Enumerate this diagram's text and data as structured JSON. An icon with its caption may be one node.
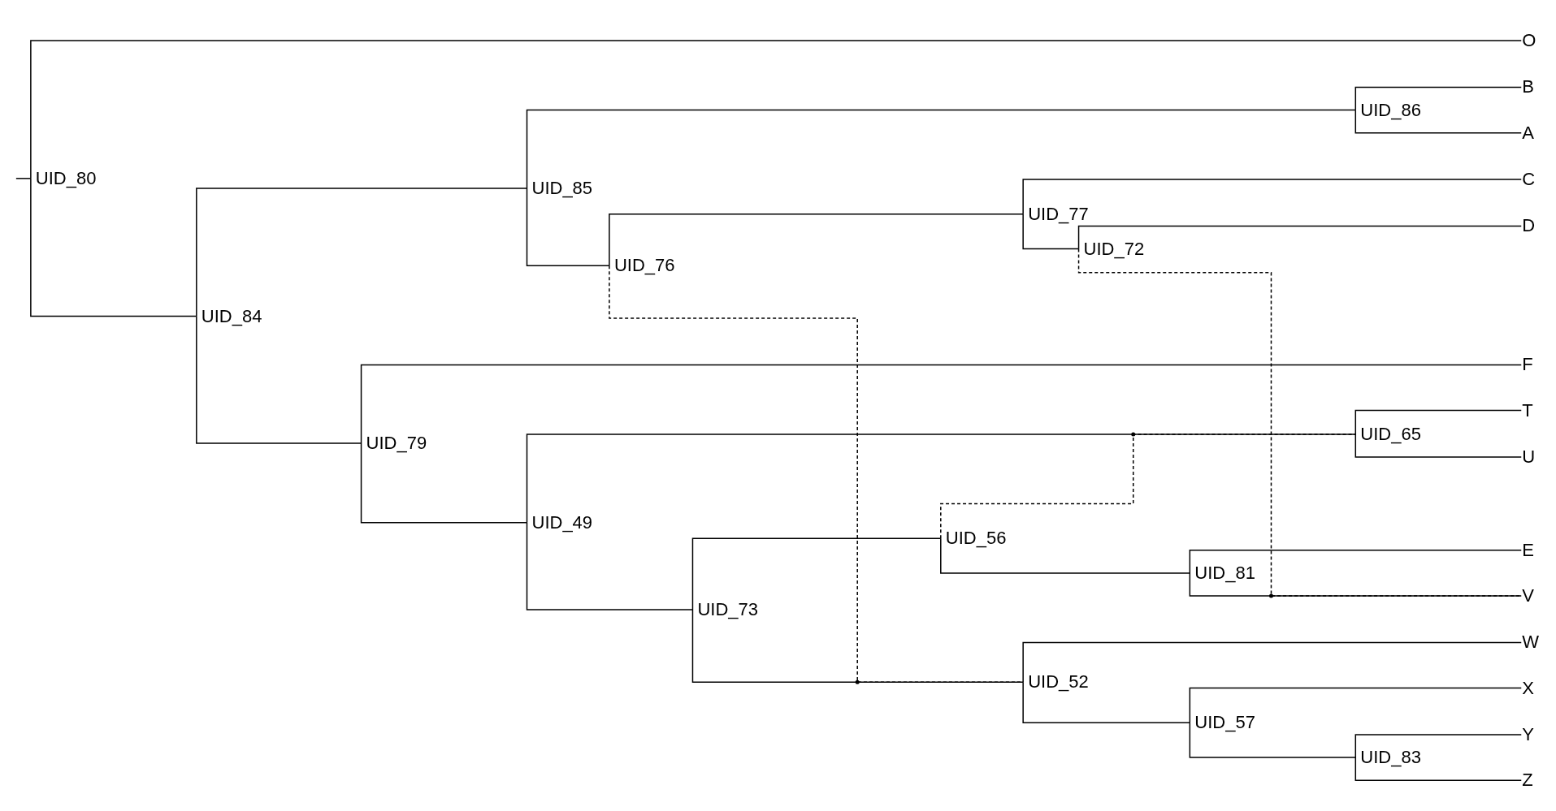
{
  "diagram": {
    "nodes": [
      {
        "text": [
          "UID_80"
        ]
      },
      {
        "text": [
          "O"
        ]
      },
      {
        "text": [
          "UID_84"
        ]
      },
      {
        "text": [
          "UID_85"
        ]
      },
      {
        "text": [
          "UID_86"
        ]
      },
      {
        "text": [
          "B"
        ]
      },
      {
        "text": [
          "A"
        ]
      },
      {
        "text": [
          "UID_76"
        ]
      },
      {
        "text": [
          "UID_77"
        ]
      },
      {
        "text": [
          "C"
        ]
      },
      {
        "text": [
          "UID_72"
        ]
      },
      {
        "text": [
          "D"
        ]
      },
      {
        "text": [
          "UID_79"
        ]
      },
      {
        "text": [
          "F"
        ]
      },
      {
        "text": [
          "UID_49"
        ]
      },
      {
        "text": [
          "UID_65"
        ]
      },
      {
        "text": [
          "T"
        ]
      },
      {
        "text": [
          "U"
        ]
      },
      {
        "text": [
          "UID_73"
        ]
      },
      {
        "text": [
          "UID_56"
        ]
      },
      {
        "text": [
          "UID_81"
        ]
      },
      {
        "text": [
          "E"
        ]
      },
      {
        "text": [
          "V"
        ]
      },
      {
        "text": [
          "UID_52"
        ]
      },
      {
        "text": [
          "W"
        ]
      },
      {
        "text": [
          "UID_57"
        ]
      },
      {
        "text": [
          "X"
        ]
      },
      {
        "text": [
          "UID_83"
        ]
      },
      {
        "text": [
          "Y"
        ]
      },
      {
        "text": [
          "Z"
        ]
      }
    ],
    "edges": [
      {
        "from": null,
        "to": 0,
        "arrow": "none"
      },
      {
        "from": 0,
        "to": 1,
        "arrow": "none"
      },
      {
        "from": 0,
        "to": 2,
        "arrow": "none"
      },
      {
        "from": 2,
        "to": 3,
        "arrow": "none"
      },
      {
        "from": 2,
        "to": 12,
        "arrow": "none"
      },
      {
        "from": 3,
        "to": 4,
        "arrow": "none"
      },
      {
        "from": 3,
        "to": 7,
        "arrow": "none"
      },
      {
        "from": 4,
        "to": 5,
        "arrow": "none"
      },
      {
        "from": 4,
        "to": 6,
        "arrow": "none"
      },
      {
        "from": 7,
        "to": 8,
        "arrow": "none"
      },
      {
        "from": 8,
        "to": 9,
        "arrow": "none"
      },
      {
        "from": 8,
        "to": 10,
        "arrow": "none"
      },
      {
        "from": 10,
        "to": 11,
        "arrow": "none"
      },
      {
        "from": 12,
        "to": 13,
        "arrow": "none"
      },
      {
        "from": 12,
        "to": 14,
        "arrow": "none"
      },
      {
        "from": 14,
        "to": 15,
        "arrow": "none"
      },
      {
        "from": 14,
        "to": 18,
        "arrow": "none"
      },
      {
        "from": 15,
        "to": 16,
        "arrow": "none"
      },
      {
        "from": 15,
        "to": 17,
        "arrow": "none"
      },
      {
        "from": 18,
        "to": 19,
        "arrow": "none"
      },
      {
        "from": 18,
        "to": 23,
        "arrow": "none"
      },
      {
        "from": 19,
        "to": 20,
        "arrow": "none"
      },
      {
        "from": 20,
        "to": 21,
        "arrow": "none"
      },
      {
        "from": 20,
        "to": 22,
        "arrow": "none"
      },
      {
        "from": 23,
        "to": 24,
        "arrow": "none"
      },
      {
        "from": 23,
        "to": 25,
        "arrow": "none"
      },
      {
        "from": 25,
        "to": 26,
        "arrow": "none"
      },
      {
        "from": 25,
        "to": 27,
        "arrow": "none"
      },
      {
        "from": 27,
        "to": 28,
        "arrow": "none"
      },
      {
        "from": 27,
        "to": 29,
        "arrow": "none"
      },
      {
        "from": 7,
        "to": 23,
        "arrow": "none",
        "style": "dashed"
      },
      {
        "from": 10,
        "to": 22,
        "arrow": "none",
        "style": "dashed"
      },
      {
        "from": 19,
        "to": 15,
        "arrow": "none",
        "style": "dashed"
      }
    ]
  }
}
